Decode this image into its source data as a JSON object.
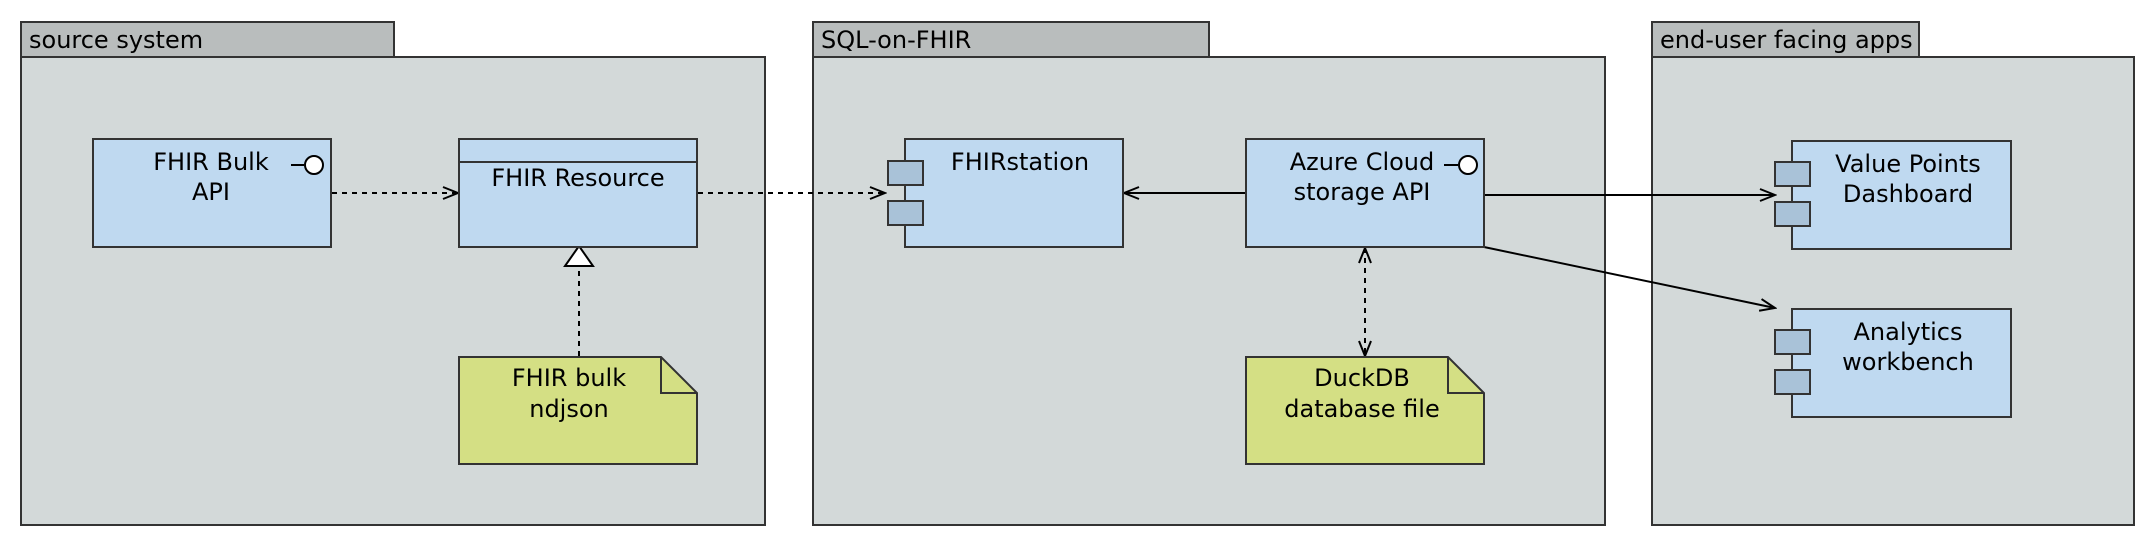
{
  "packages": {
    "source": {
      "label": "source system"
    },
    "sql": {
      "label": "SQL-on-FHIR"
    },
    "apps": {
      "label": "end-user facing apps"
    }
  },
  "nodes": {
    "fhir_bulk_api": {
      "line1": "FHIR Bulk",
      "line2": "API"
    },
    "fhir_resource": {
      "label": "FHIR Resource"
    },
    "fhir_bulk_ndjson": {
      "line1": "FHIR bulk",
      "line2": "ndjson"
    },
    "fhirstation": {
      "label": "FHIRstation"
    },
    "azure_storage": {
      "line1": "Azure Cloud",
      "line2": "storage API"
    },
    "duckdb_file": {
      "line1": "DuckDB",
      "line2": "database file"
    },
    "value_points": {
      "line1": "Value Points",
      "line2": "Dashboard"
    },
    "analytics": {
      "line1": "Analytics",
      "line2": "workbench"
    }
  },
  "colors": {
    "package_fill": "#d3d9d9",
    "package_tab": "#b9bdbd",
    "node_fill": "#bfd9f0",
    "note_fill": "#d4df84",
    "port_fill": "#a9c2d8",
    "stroke": "#333333"
  }
}
